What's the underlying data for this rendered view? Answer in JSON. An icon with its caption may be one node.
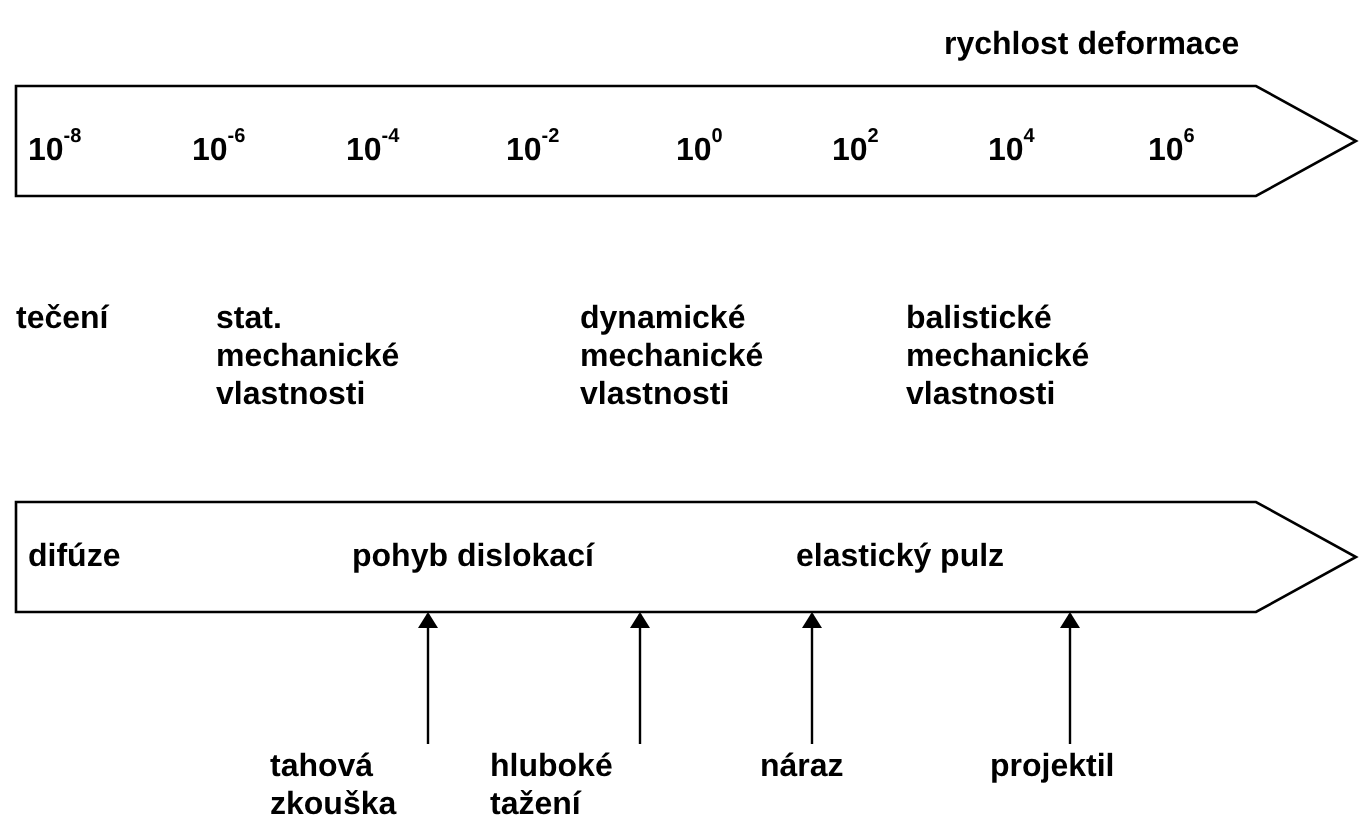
{
  "diagram": {
    "nodes": [
      {
        "text": [
          "rychlost deformace",
          "10$^{-8}$",
          "10$^{-6}$",
          "10$^{-4}$",
          "10$^{-2}$",
          "10$^{0}$",
          "10$^{2}$",
          "10$^{4}$",
          "10$^{6}$"
        ]
      },
      {
        "text": [
          "difúze",
          "pohyb dislokací",
          "elastický pulz"
        ]
      },
      {
        "text": [
          "tahová zkouška"
        ]
      },
      {
        "text": [
          "hluboké tažení"
        ]
      },
      {
        "text": [
          "náraz"
        ]
      },
      {
        "text": [
          "projektil"
        ]
      }
    ],
    "edges": [
      {
        "from": 2,
        "to": 1,
        "arrow": "to"
      },
      {
        "from": 3,
        "to": 1,
        "arrow": "to"
      },
      {
        "from": 4,
        "to": 1,
        "arrow": "to"
      },
      {
        "from": 5,
        "to": 1,
        "arrow": "to"
      }
    ],
    "labels": [
      "tečení",
      "stat. mechanické vlastnosti",
      "dynamické mechanické vlastnosti",
      "balistické mechanické vlastnosti"
    ]
  }
}
